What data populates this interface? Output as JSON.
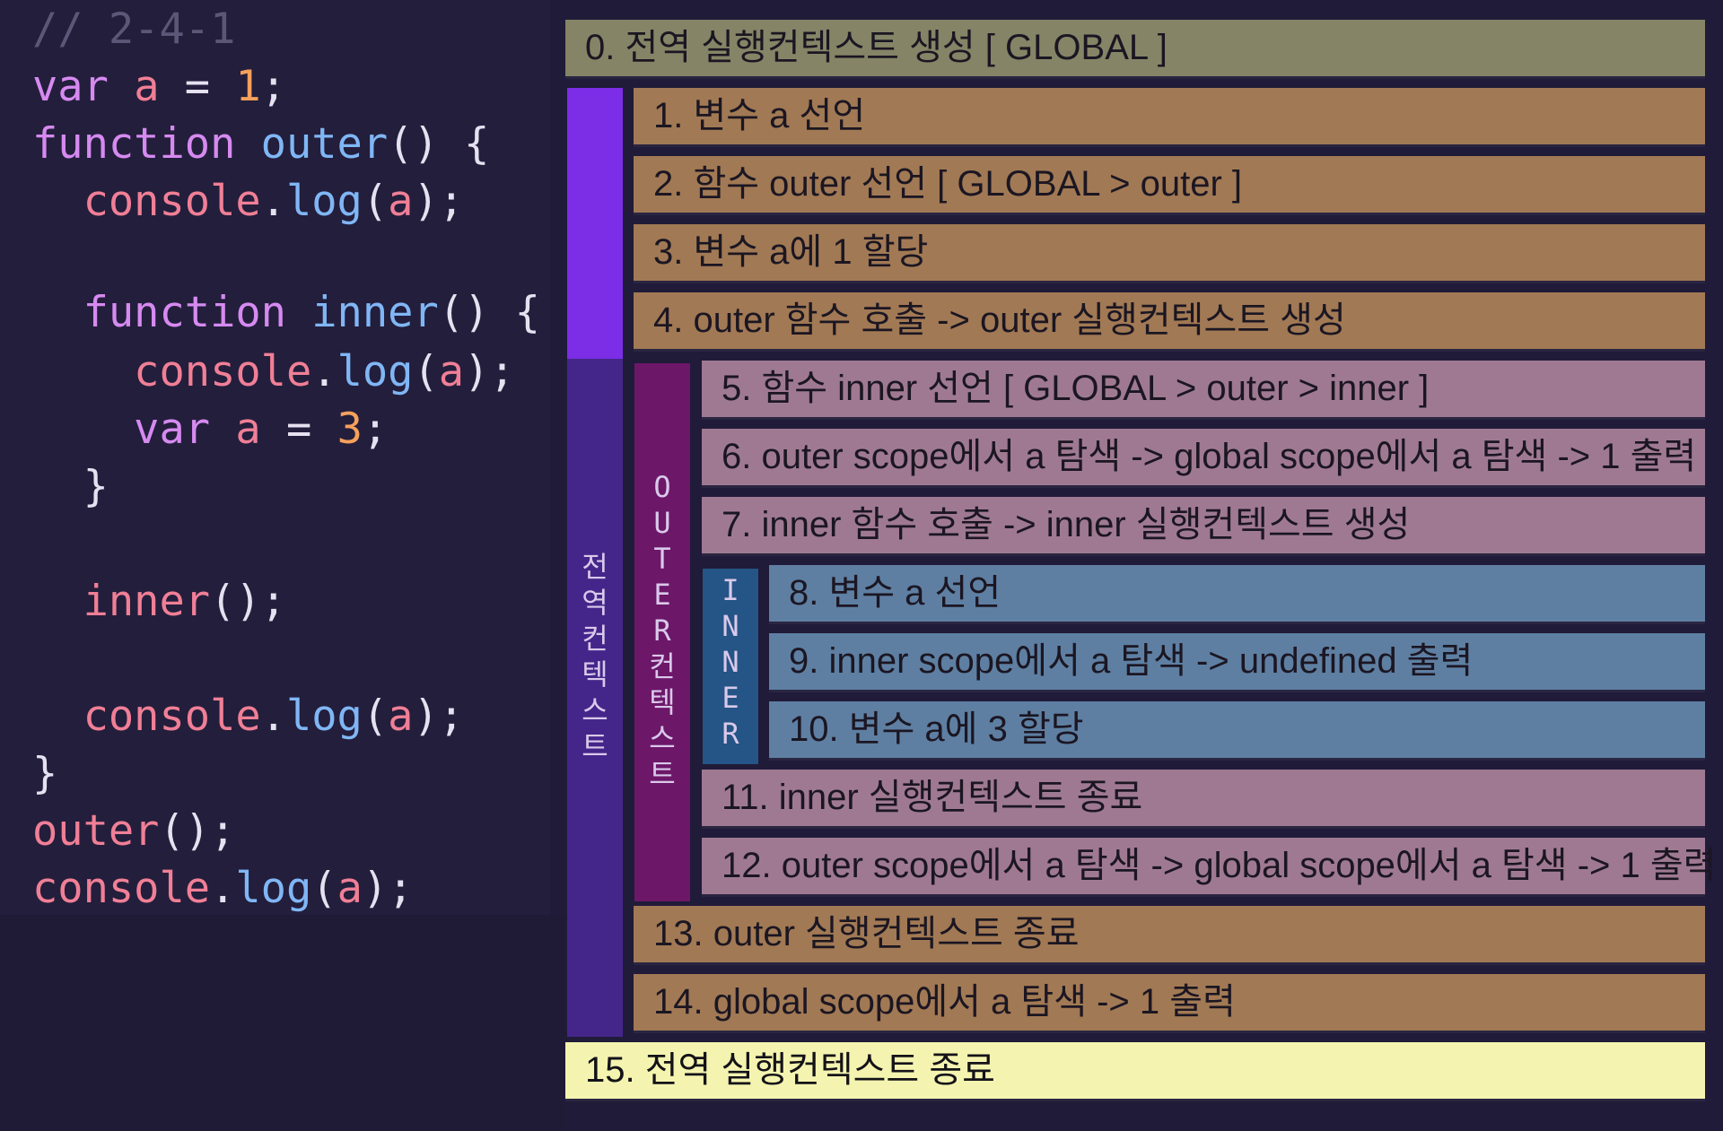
{
  "code": {
    "lines": [
      [
        {
          "t": "// 2-4-1",
          "c": "c-comment"
        }
      ],
      [
        {
          "t": "var ",
          "c": "c-kw"
        },
        {
          "t": "a",
          "c": "c-var"
        },
        {
          "t": " = ",
          "c": "c-punc"
        },
        {
          "t": "1",
          "c": "c-num"
        },
        {
          "t": ";",
          "c": "c-punc"
        }
      ],
      [
        {
          "t": "function ",
          "c": "c-kw"
        },
        {
          "t": "outer",
          "c": "c-fn"
        },
        {
          "t": "() {",
          "c": "c-punc"
        }
      ],
      [
        {
          "t": "  console",
          "c": "c-var"
        },
        {
          "t": ".",
          "c": "c-punc"
        },
        {
          "t": "log",
          "c": "c-fn"
        },
        {
          "t": "(",
          "c": "c-punc"
        },
        {
          "t": "a",
          "c": "c-var"
        },
        {
          "t": ");",
          "c": "c-punc"
        }
      ],
      [],
      [
        {
          "t": "  function ",
          "c": "c-kw"
        },
        {
          "t": "inner",
          "c": "c-fn"
        },
        {
          "t": "() {",
          "c": "c-punc"
        }
      ],
      [
        {
          "t": "    console",
          "c": "c-var"
        },
        {
          "t": ".",
          "c": "c-punc"
        },
        {
          "t": "log",
          "c": "c-fn"
        },
        {
          "t": "(",
          "c": "c-punc"
        },
        {
          "t": "a",
          "c": "c-var"
        },
        {
          "t": ");",
          "c": "c-punc"
        }
      ],
      [
        {
          "t": "    var ",
          "c": "c-kw"
        },
        {
          "t": "a",
          "c": "c-var"
        },
        {
          "t": " = ",
          "c": "c-punc"
        },
        {
          "t": "3",
          "c": "c-num"
        },
        {
          "t": ";",
          "c": "c-punc"
        }
      ],
      [
        {
          "t": "  }",
          "c": "c-punc"
        }
      ],
      [],
      [
        {
          "t": "  inner",
          "c": "c-var"
        },
        {
          "t": "();",
          "c": "c-punc"
        }
      ],
      [],
      [
        {
          "t": "  console",
          "c": "c-var"
        },
        {
          "t": ".",
          "c": "c-punc"
        },
        {
          "t": "log",
          "c": "c-fn"
        },
        {
          "t": "(",
          "c": "c-punc"
        },
        {
          "t": "a",
          "c": "c-var"
        },
        {
          "t": ");",
          "c": "c-punc"
        }
      ],
      [
        {
          "t": "}",
          "c": "c-punc"
        }
      ],
      [
        {
          "t": "outer",
          "c": "c-var"
        },
        {
          "t": "();",
          "c": "c-punc"
        }
      ],
      [
        {
          "t": "console",
          "c": "c-var"
        },
        {
          "t": ".",
          "c": "c-punc"
        },
        {
          "t": "log",
          "c": "c-fn"
        },
        {
          "t": "(",
          "c": "c-punc"
        },
        {
          "t": "a",
          "c": "c-var"
        },
        {
          "t": ");",
          "c": "c-punc"
        }
      ]
    ]
  },
  "contexts": {
    "global_label": "전역 컨텍스트",
    "outer_label": "OUTER 컨텍스트",
    "inner_label": "INNER"
  },
  "steps": [
    {
      "text": "0. 전역 실행컨텍스트 생성 [ GLOBAL ]",
      "level": "global"
    },
    {
      "text": "1. 변수 a 선언",
      "level": "outer"
    },
    {
      "text": "2. 함수 outer 선언 [ GLOBAL > outer ]",
      "level": "outer"
    },
    {
      "text": "3. 변수 a에 1 할당",
      "level": "outer"
    },
    {
      "text": "4. outer 함수 호출 -> outer 실행컨텍스트 생성",
      "level": "outer"
    },
    {
      "text": "5. 함수 inner 선언 [ GLOBAL > outer > inner ]",
      "level": "inner"
    },
    {
      "text": "6. outer scope에서 a 탐색 -> global scope에서 a 탐색 -> 1 출력",
      "level": "inner"
    },
    {
      "text": "7. inner 함수 호출 -> inner 실행컨텍스트 생성",
      "level": "inner"
    },
    {
      "text": "8. 변수 a 선언",
      "level": "innermost"
    },
    {
      "text": "9. inner scope에서 a 탐색 -> undefined 출력",
      "level": "innermost"
    },
    {
      "text": "10. 변수 a에 3 할당",
      "level": "innermost"
    },
    {
      "text": "11. inner 실행컨텍스트 종료",
      "level": "inner"
    },
    {
      "text": "12. outer scope에서 a 탐색 -> global scope에서 a 탐색 -> 1 출력",
      "level": "inner"
    },
    {
      "text": "13. outer 실행컨텍스트 종료",
      "level": "outer"
    },
    {
      "text": "14. global scope에서 a 탐색 -> 1 출력",
      "level": "outer"
    },
    {
      "text": "15. 전역 실행컨텍스트 종료",
      "level": "final"
    }
  ],
  "colors": {
    "global_bar": "#858466",
    "outer_bar": "#a17954",
    "inner_bar": "#9f7992",
    "innermost_bar": "#5e7fa2",
    "final_bar": "#f4f4b0",
    "global_ctx_top": "#7c2de6",
    "global_ctx": "#44268a",
    "outer_ctx": "#6d1769",
    "inner_ctx": "#255486"
  }
}
